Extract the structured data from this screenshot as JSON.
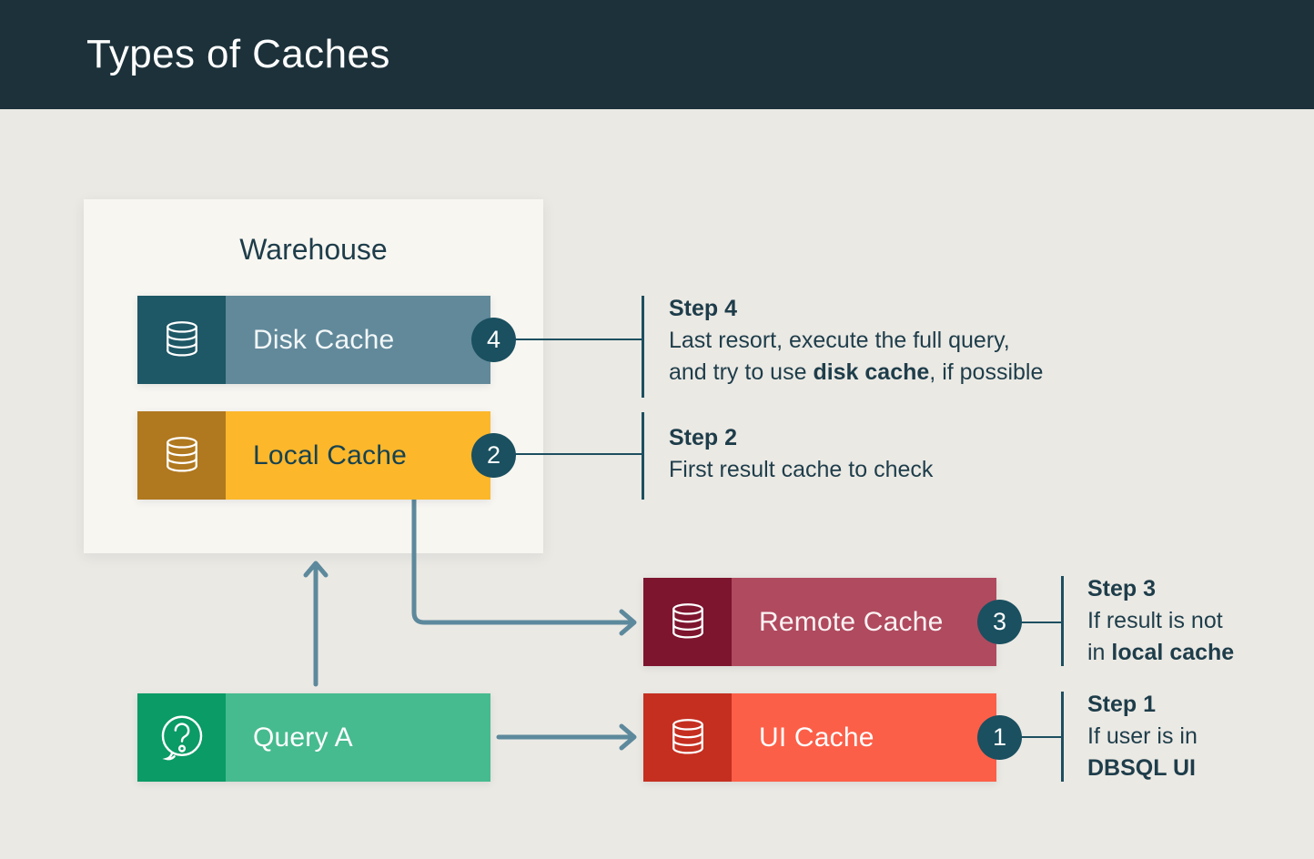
{
  "header": {
    "title": "Types of Caches"
  },
  "warehouse": {
    "label": "Warehouse"
  },
  "nodes": {
    "disk": {
      "label": "Disk Cache",
      "badge": "4",
      "icon": "database-icon"
    },
    "local": {
      "label": "Local Cache",
      "badge": "2",
      "icon": "database-icon"
    },
    "remote": {
      "label": "Remote Cache",
      "badge": "3",
      "icon": "database-icon"
    },
    "ui": {
      "label": "UI Cache",
      "badge": "1",
      "icon": "database-icon"
    },
    "query": {
      "label": "Query A",
      "icon": "question-bubble-icon"
    }
  },
  "steps": {
    "step4": {
      "title": "Step 4",
      "line1": "Last resort, execute the full query,",
      "line2_pre": "and try to use ",
      "line2_bold": "disk cache",
      "line2_post": ", if possible"
    },
    "step2": {
      "title": "Step 2",
      "line1": "First result cache to check"
    },
    "step3": {
      "title": "Step 3",
      "line1": "If result is not",
      "line2_pre": "in ",
      "line2_bold": "local cache",
      "line2_post": ""
    },
    "step1": {
      "title": "Step 1",
      "line1": "If user is in",
      "line2_pre": "",
      "line2_bold": "DBSQL UI",
      "line2_post": ""
    }
  },
  "colors": {
    "header-bg": "#1c313a",
    "page-bg": "#ebe9e4",
    "panel-bg": "#f8f6f1",
    "title-text": "#ffffff",
    "dark-text": "#1e3d4a",
    "badge-bg": "#1a5060",
    "line": "#1d4f60",
    "arrow": "#5d899c",
    "disk-icon-bg": "#1e5766",
    "disk-bar-bg": "#61899a",
    "disk-label": "#f2f7f8",
    "local-icon-bg": "#b0781f",
    "local-bar-bg": "#fcb72b",
    "local-label": "#17424f",
    "remote-icon-bg": "#7d152f",
    "remote-bar-bg": "#b04a5f",
    "remote-label": "#fbf3f3",
    "ui-icon-bg": "#c52f20",
    "ui-bar-bg": "#fc5f48",
    "ui-label": "#ffffff",
    "query-icon-bg": "#0a9b66",
    "query-bar-bg": "#46bb8f",
    "query-label": "#ffffff"
  }
}
